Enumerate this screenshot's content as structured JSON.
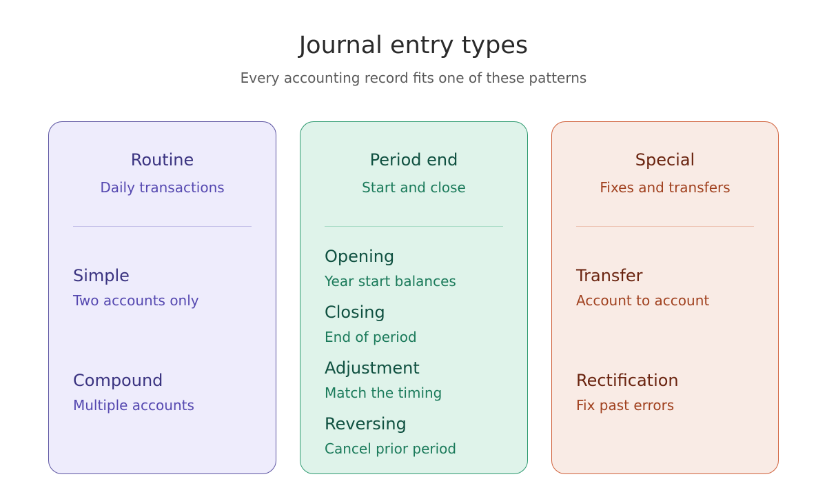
{
  "header": {
    "title": "Journal entry types",
    "subtitle": "Every accounting record fits one of these patterns"
  },
  "columns": [
    {
      "title": "Routine",
      "subtitle": "Daily transactions",
      "color": "#5a52a0",
      "items": [
        {
          "title": "Simple",
          "desc": "Two accounts only"
        },
        {
          "title": "Compound",
          "desc": "Multiple accounts"
        }
      ]
    },
    {
      "title": "Period end",
      "subtitle": "Start and close",
      "color": "#2e9a70",
      "items": [
        {
          "title": "Opening",
          "desc": "Year start balances"
        },
        {
          "title": "Closing",
          "desc": "End of period"
        },
        {
          "title": "Adjustment",
          "desc": "Match the timing"
        },
        {
          "title": "Reversing",
          "desc": "Cancel prior period"
        }
      ]
    },
    {
      "title": "Special",
      "subtitle": "Fixes and transfers",
      "color": "#d0603a",
      "items": [
        {
          "title": "Transfer",
          "desc": "Account to account"
        },
        {
          "title": "Rectification",
          "desc": "Fix past errors"
        }
      ]
    }
  ]
}
